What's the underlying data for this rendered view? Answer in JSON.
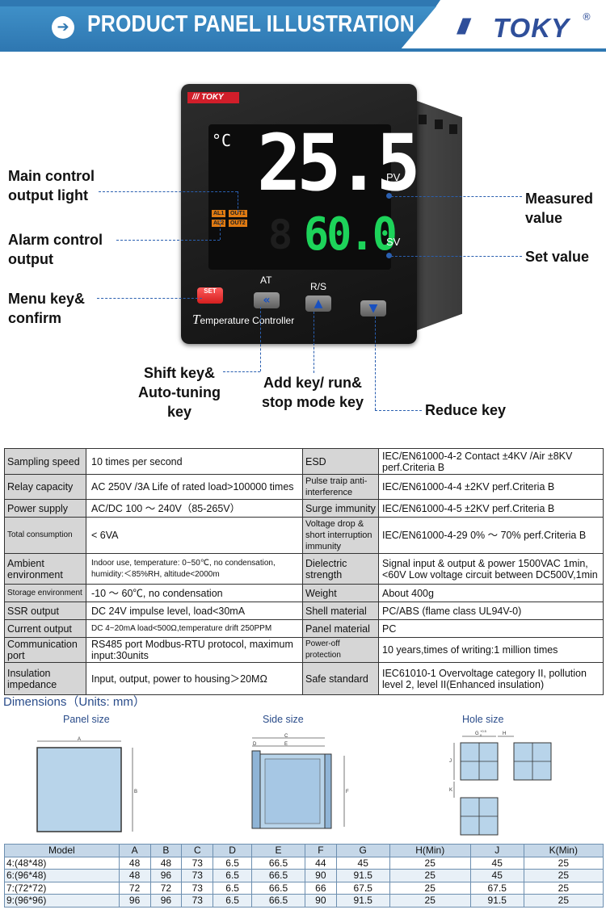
{
  "header": {
    "title": "PRODUCT PANEL ILLUSTRATION",
    "arrow_icon": "arrow-right-icon",
    "brand_slashes": "////",
    "brand": "TOKY",
    "brand_reg": "®",
    "colors": {
      "banner": "#2f78b2",
      "brand": "#2f4f9a"
    }
  },
  "device": {
    "logo": "/// TOKY",
    "unit": "°C",
    "pv_value": "25.5",
    "sv_value": "60.0",
    "pv_tag": "PV",
    "sv_tag": "SV",
    "ind_al1": "AL1",
    "ind_out1": "OUT1",
    "ind_al2": "AL2",
    "ind_out2": "OUT2",
    "at_label": "AT",
    "rs_label": "R/S",
    "set_button": "SET",
    "caption_initial": "T",
    "caption_rest": "emperature Controller",
    "colors": {
      "pv": "#ffffff",
      "sv": "#1dd35a",
      "indicator": "#e07a12",
      "set_key": "#e02424"
    }
  },
  "callouts": {
    "main_control_l1": "Main control",
    "main_control_l2": "output light",
    "alarm_l1": "Alarm control",
    "alarm_l2": "output",
    "menu_l1": "Menu key&",
    "menu_l2": "confirm",
    "measured_l1": "Measured",
    "measured_l2": "value",
    "set_value": "Set value",
    "shift_l1": "Shift key&",
    "shift_l2": "Auto-tuning",
    "shift_l3": "key",
    "add_l1": "Add key/ run&",
    "add_l2": "stop mode key",
    "reduce": "Reduce key"
  },
  "spec": {
    "rows": [
      {
        "k1": "Sampling speed",
        "v1": "10 times per second",
        "k2": "ESD",
        "v2": "IEC/EN61000-4-2   Contact ±4KV /Air ±8KV perf.Criteria B"
      },
      {
        "k1": "Relay capacity",
        "v1": "AC 250V /3A Life of rated load>100000 times",
        "k2": "Pulse traip anti-interference",
        "v2": "IEC/EN61000-4-4  ±2KV  perf.Criteria B"
      },
      {
        "k1": "Power supply",
        "v1": "AC/DC 100 ～ 240V（85-265V）",
        "k2": "Surge immunity",
        "v2": "IEC/EN61000-4-5  ±2KV  perf.Criteria B"
      },
      {
        "k1": "Total consumption",
        "v1": "< 6VA",
        "k2": "Voltage drop & short interruption immunity",
        "v2": "IEC/EN61000-4-29  0% ～ 70% perf.Criteria B"
      },
      {
        "k1": "Ambient environment",
        "v1": "Indoor use, temperature: 0~50℃, no condensation, humidity:＜85%RH, altitude<2000m",
        "k2": "Dielectric strength",
        "v2": "Signal input & output & power 1500VAC 1min, <60V Low voltage circuit between DC500V,1min"
      },
      {
        "k1": "Storage environment",
        "v1": "-10 ～ 60℃, no condensation",
        "k2": "Weight",
        "v2": "About 400g"
      },
      {
        "k1": "SSR output",
        "v1": "DC 24V impulse level, load<30mA",
        "k2": "Shell material",
        "v2": "PC/ABS (flame class UL94V-0)"
      },
      {
        "k1": "Current output",
        "v1": "DC 4~20mA load<500Ω,temperature drift 250PPM",
        "k2": "Panel material",
        "v2": "PC"
      },
      {
        "k1": "Communication port",
        "v1": "RS485 port Modbus-RTU protocol, maximum input:30units",
        "k2": "Power-off protection",
        "v2": "10 years,times of writing:1 million times"
      },
      {
        "k1": "Insulation impedance",
        "v1": "Input, output, power to housing＞20MΩ",
        "k2": "Safe standard",
        "v2": "IEC61010-1 Overvoltage category II, pollution level 2, level II(Enhanced insulation)"
      }
    ]
  },
  "dimensions": {
    "title": "Dimensions（Units: mm）",
    "panel_size": "Panel size",
    "side_size": "Side size",
    "hole_size": "Hole size",
    "letters": {
      "A": "A",
      "B": "B",
      "C": "C",
      "D": "D",
      "E": "E",
      "F": "F",
      "G": "G",
      "H": "H",
      "J": "J",
      "K": "K",
      "g_tol": "+0.5",
      "g_tol0": "0"
    }
  },
  "models": {
    "headers": [
      "Model",
      "A",
      "B",
      "C",
      "D",
      "E",
      "F",
      "G",
      "H(Min)",
      "J",
      "K(Min)"
    ],
    "rows": [
      [
        "4:(48*48)",
        "48",
        "48",
        "73",
        "6.5",
        "66.5",
        "44",
        "45",
        "25",
        "45",
        "25"
      ],
      [
        "6:(96*48)",
        "48",
        "96",
        "73",
        "6.5",
        "66.5",
        "90",
        "91.5",
        "25",
        "45",
        "25"
      ],
      [
        "7:(72*72)",
        "72",
        "72",
        "73",
        "6.5",
        "66.5",
        "66",
        "67.5",
        "25",
        "67.5",
        "25"
      ],
      [
        "9:(96*96)",
        "96",
        "96",
        "73",
        "6.5",
        "66.5",
        "90",
        "91.5",
        "25",
        "91.5",
        "25"
      ]
    ]
  }
}
